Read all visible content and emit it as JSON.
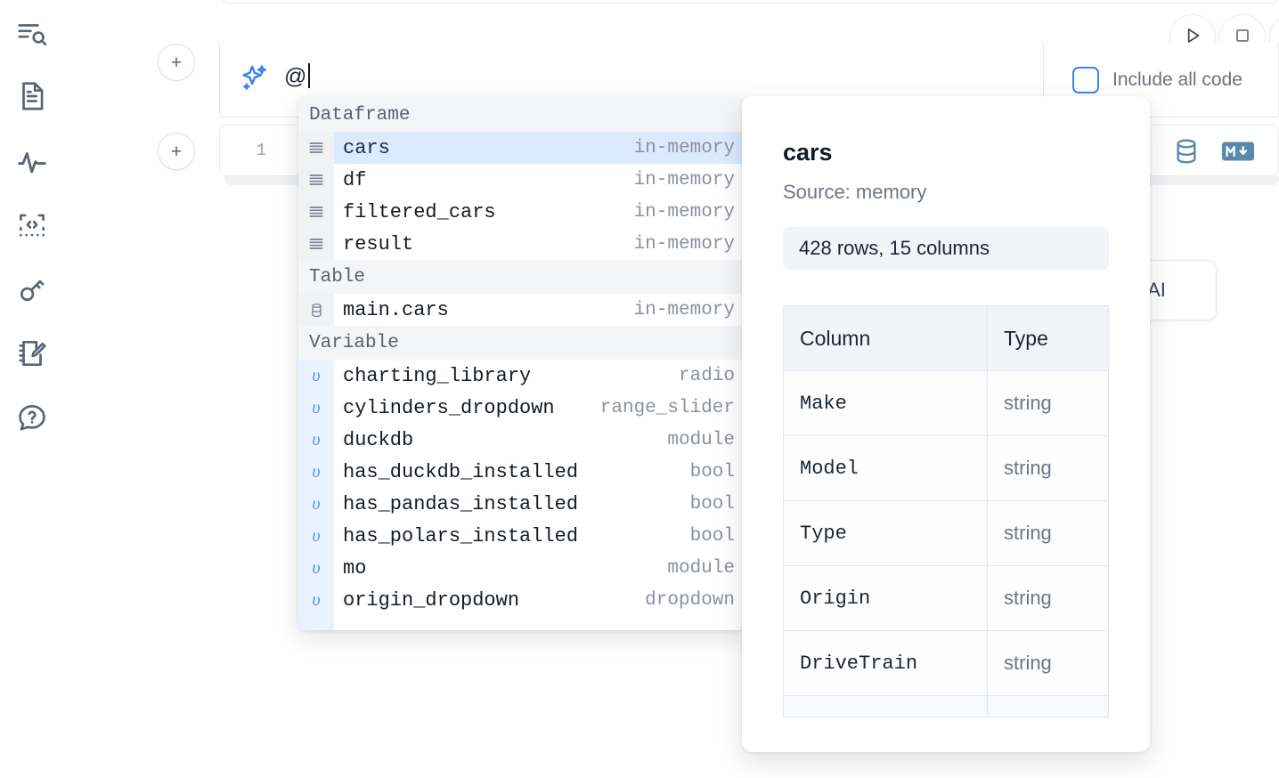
{
  "app": {
    "name": "marimo-notebook"
  },
  "sidebar": {
    "items": [
      {
        "name": "search-outline-icon",
        "label": "Search / Outline"
      },
      {
        "name": "file-document-icon",
        "label": "Notebook file"
      },
      {
        "name": "activity-icon",
        "label": "Activity"
      },
      {
        "name": "code-snippet-icon",
        "label": "Snippets"
      },
      {
        "name": "key-icon",
        "label": "Secrets"
      },
      {
        "name": "scratchpad-icon",
        "label": "Scratchpad"
      },
      {
        "name": "help-chat-icon",
        "label": "Help"
      }
    ]
  },
  "toolbar": {
    "run_label": "Run",
    "stop_label": "Interrupt",
    "more_label": "More"
  },
  "prompt": {
    "icon": "sparkles-icon",
    "value": "@",
    "add_cell_label": "+",
    "include_all_code_label": "Include all code",
    "include_all_code_checked": false
  },
  "cell": {
    "line_number": "1",
    "database_icon": "database-icon",
    "markdown_icon": "markdown-icon"
  },
  "floating_button": {
    "label": "h AI"
  },
  "autocomplete": {
    "groups": [
      {
        "label": "Dataframe",
        "items": [
          {
            "icon": "dataframe-icon",
            "name": "cars",
            "kind": "in-memory",
            "selected": true
          },
          {
            "icon": "dataframe-icon",
            "name": "df",
            "kind": "in-memory",
            "selected": false
          },
          {
            "icon": "dataframe-icon",
            "name": "filtered_cars",
            "kind": "in-memory",
            "selected": false
          },
          {
            "icon": "dataframe-icon",
            "name": "result",
            "kind": "in-memory",
            "selected": false
          }
        ]
      },
      {
        "label": "Table",
        "items": [
          {
            "icon": "table-icon",
            "name": "main.cars",
            "kind": "in-memory",
            "selected": false
          }
        ]
      },
      {
        "label": "Variable",
        "items": [
          {
            "icon": "variable-icon",
            "name": "charting_library",
            "kind": "radio",
            "selected": false
          },
          {
            "icon": "variable-icon",
            "name": "cylinders_dropdown",
            "kind": "range_slider",
            "selected": false
          },
          {
            "icon": "variable-icon",
            "name": "duckdb",
            "kind": "module",
            "selected": false
          },
          {
            "icon": "variable-icon",
            "name": "has_duckdb_installed",
            "kind": "bool",
            "selected": false
          },
          {
            "icon": "variable-icon",
            "name": "has_pandas_installed",
            "kind": "bool",
            "selected": false
          },
          {
            "icon": "variable-icon",
            "name": "has_polars_installed",
            "kind": "bool",
            "selected": false
          },
          {
            "icon": "variable-icon",
            "name": "mo",
            "kind": "module",
            "selected": false
          },
          {
            "icon": "variable-icon",
            "name": "origin_dropdown",
            "kind": "dropdown",
            "selected": false
          }
        ]
      }
    ]
  },
  "detail": {
    "title": "cars",
    "source": "Source: memory",
    "shape": "428 rows, 15 columns",
    "columns_header": "Column",
    "type_header": "Type",
    "rows": [
      {
        "column": "Make",
        "type": "string"
      },
      {
        "column": "Model",
        "type": "string"
      },
      {
        "column": "Type",
        "type": "string"
      },
      {
        "column": "Origin",
        "type": "string"
      },
      {
        "column": "DriveTrain",
        "type": "string"
      }
    ]
  },
  "colors": {
    "accent_blue": "#3b82f6",
    "selected_row": "#dbeafe",
    "icon_slate": "#5b89ab",
    "text_dark": "#151b26",
    "text_muted": "#8b919e"
  }
}
